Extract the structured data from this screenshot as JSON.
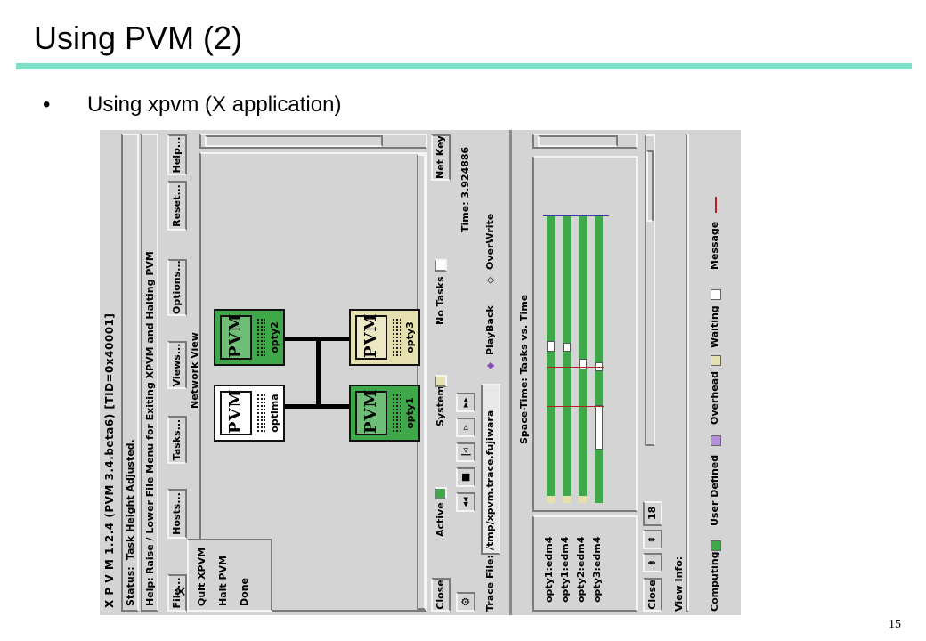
{
  "slide": {
    "title": "Using PVM (2)",
    "bullet_glyph": "•",
    "bullet": "Using xpvm (X application)",
    "page_number": "15"
  },
  "xpvm": {
    "header": "X P V M  1.2.4   (PVM 3.4.beta6)   [TID=0x40001]",
    "status_label": "Status:",
    "status_text": "Task Height Adjusted.",
    "help_label": "Help:",
    "help_text": "Raise / Lower File Menu for Exiting XPVM and Halting PVM",
    "menu_buttons": [
      "File...",
      "Hosts...",
      "Tasks...",
      "Views...",
      "Options...",
      "Reset...",
      "Help..."
    ],
    "file_menu": {
      "items": [
        "Quit XPVM",
        "Halt PVM",
        "Done"
      ],
      "cursor_glyph": "✕"
    },
    "network_view": {
      "title": "Network View",
      "hosts": [
        {
          "name": "optima",
          "screen_text": "PVM",
          "state": "none"
        },
        {
          "name": "opty2",
          "screen_text": "PVM",
          "state": "active"
        },
        {
          "name": "opty1",
          "screen_text": "PVM",
          "state": "active"
        },
        {
          "name": "opty3",
          "screen_text": "PVM",
          "state": "system"
        }
      ],
      "legend": [
        {
          "label": "Active",
          "color": "#3fa84a"
        },
        {
          "label": "System",
          "color": "#e6dfb0"
        },
        {
          "label": "No Tasks",
          "color": "#ffffff"
        }
      ],
      "close_label": "Close",
      "net_key_label": "Net Key"
    },
    "trace": {
      "time_label": "Time: 3.924886",
      "file_label": "Trace File:",
      "file_value": "/tmp/xpvm.trace.fujiwara",
      "playback_label": "PlayBack",
      "overwrite_label": "OverWrite",
      "controls": [
        "rewind-icon",
        "stop-icon",
        "step-back-icon",
        "step-forward-icon",
        "fast-forward-icon"
      ],
      "trace_icon": "trace-icon"
    },
    "space_time": {
      "title": "Space-Time: Tasks vs. Time",
      "tasks": [
        "opty1:edm4",
        "opty1:edm4",
        "opty2:edm4",
        "opty3:edm4"
      ],
      "close_label": "Close",
      "task_height": "18",
      "colors": {
        "computing": "#3fa84a",
        "overhead": "#e6dfb0",
        "waiting": "#ffffff",
        "message": "#b22222"
      }
    },
    "view_info": {
      "label": "View Info:",
      "legend": [
        {
          "label": "Computing",
          "color": "#3fa84a"
        },
        {
          "label": "User Defined",
          "color": "#b38fd8"
        },
        {
          "label": "Overhead",
          "color": "#e6dfb0"
        },
        {
          "label": "Waiting",
          "color": "#ffffff"
        },
        {
          "label": "Message",
          "color": "#b22222"
        }
      ]
    }
  }
}
